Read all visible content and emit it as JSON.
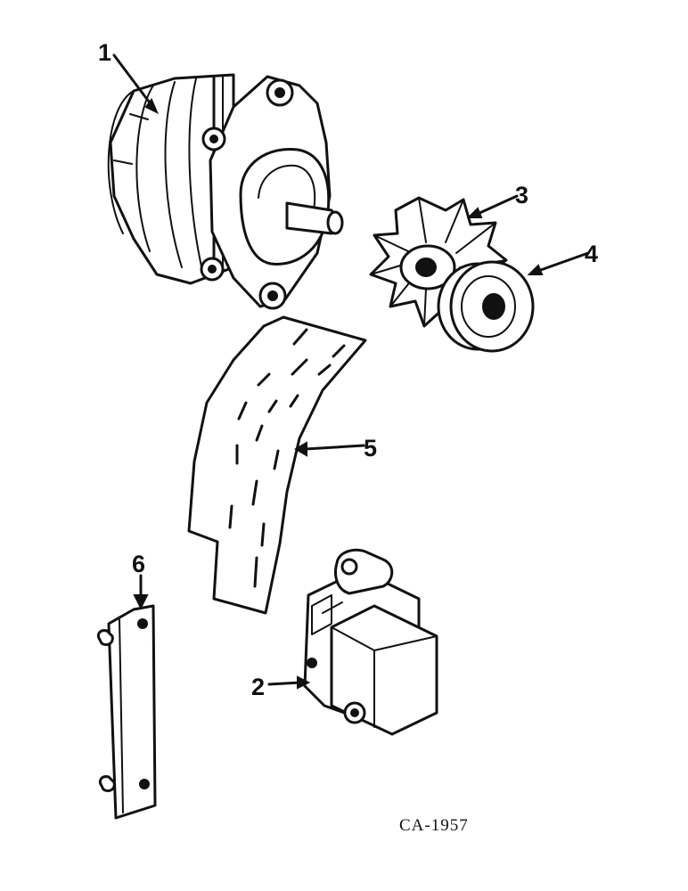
{
  "figure": {
    "id_label": "CA-1957"
  },
  "callouts": [
    {
      "number": "1",
      "part": "alternator"
    },
    {
      "number": "2",
      "part": "voltage regulator"
    },
    {
      "number": "3",
      "part": "fan"
    },
    {
      "number": "4",
      "part": "pulley"
    },
    {
      "number": "5",
      "part": "shield plate"
    },
    {
      "number": "6",
      "part": "mounting bracket"
    }
  ]
}
